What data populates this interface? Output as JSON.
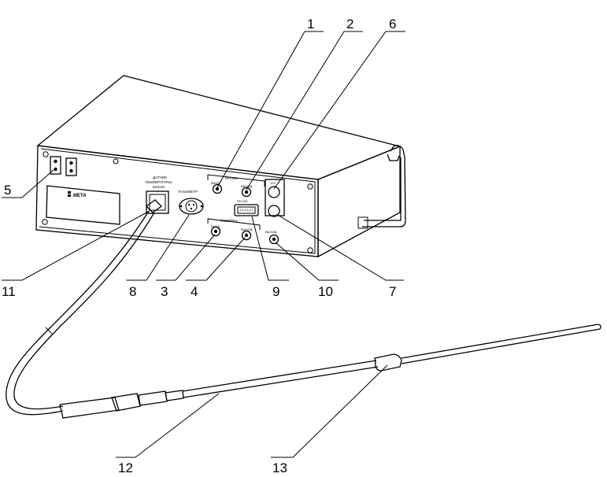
{
  "callouts": [
    {
      "id": "1",
      "label": "1"
    },
    {
      "id": "2",
      "label": "2"
    },
    {
      "id": "3",
      "label": "3"
    },
    {
      "id": "4",
      "label": "4"
    },
    {
      "id": "5",
      "label": "5"
    },
    {
      "id": "6",
      "label": "6"
    },
    {
      "id": "7",
      "label": "7"
    },
    {
      "id": "8",
      "label": "8"
    },
    {
      "id": "9",
      "label": "9"
    },
    {
      "id": "10",
      "label": "10"
    },
    {
      "id": "11",
      "label": "11"
    },
    {
      "id": "12",
      "label": "12"
    },
    {
      "id": "13",
      "label": "13"
    }
  ],
  "panel": {
    "logo": "МЕТА",
    "sensor_label_1": "ДАТЧИК",
    "sensor_label_2": "ТЕМПЕРАТУРЫ",
    "sensor_label_3": "МАСЛА",
    "tacho_label": "ТАХОМЕТР",
    "probe_group": "ПРОБА",
    "probe_in": "ВХОД",
    "probe_out": "ВЫХОД",
    "calib_group": "ПОВЕРКА",
    "calib_in": "ВХОД",
    "calib_out": "ВЫХОД",
    "rs_label": "RS-232",
    "power_label": "12V",
    "output_label": "ВЫХОД"
  },
  "colors": {
    "line": "#000000",
    "background": "#ffffff"
  }
}
